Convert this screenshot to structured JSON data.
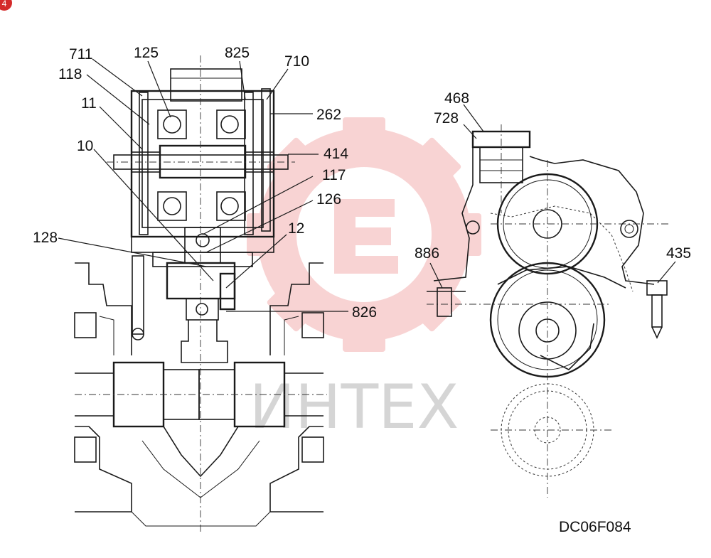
{
  "drawing_code": "DC06F084",
  "corner_badge": "4",
  "watermark": {
    "text": "ИНТЕХ",
    "color": "#e23c3c"
  },
  "part_labels": {
    "p711": "711",
    "p125": "125",
    "p825": "825",
    "p710": "710",
    "p118": "118",
    "p11": "11",
    "p262": "262",
    "p10": "10",
    "p414": "414",
    "p117": "117",
    "p126": "126",
    "p128": "128",
    "p12": "12",
    "p826": "826",
    "p468": "468",
    "p728": "728",
    "p886": "886",
    "p435": "435"
  }
}
